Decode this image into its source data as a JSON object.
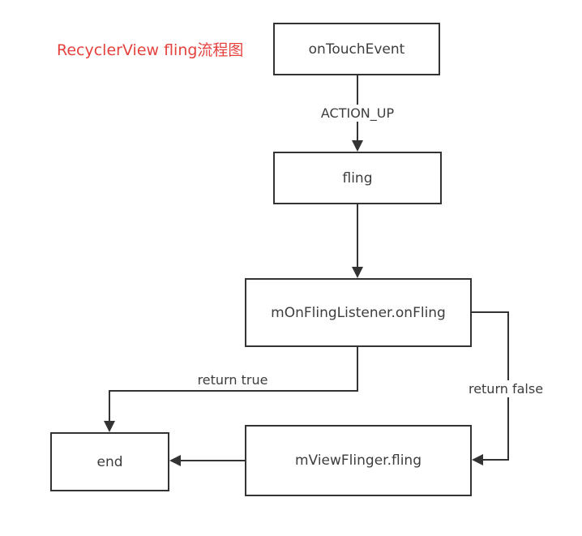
{
  "diagram": {
    "title": "RecyclerView fling流程图",
    "colors": {
      "title": "#e5423e",
      "line": "#333333",
      "text": "#3d3d3d"
    },
    "nodes": {
      "on_touch_event": {
        "label": "onTouchEvent"
      },
      "fling": {
        "label": "fling"
      },
      "m_on_fling_listener": {
        "label": "mOnFlingListener.onFling"
      },
      "end": {
        "label": "end"
      },
      "m_view_flinger": {
        "label": "mViewFlinger.fling"
      }
    },
    "edge_labels": {
      "action_up": "ACTION_UP",
      "return_true": "return true",
      "return_false": "return false"
    }
  }
}
